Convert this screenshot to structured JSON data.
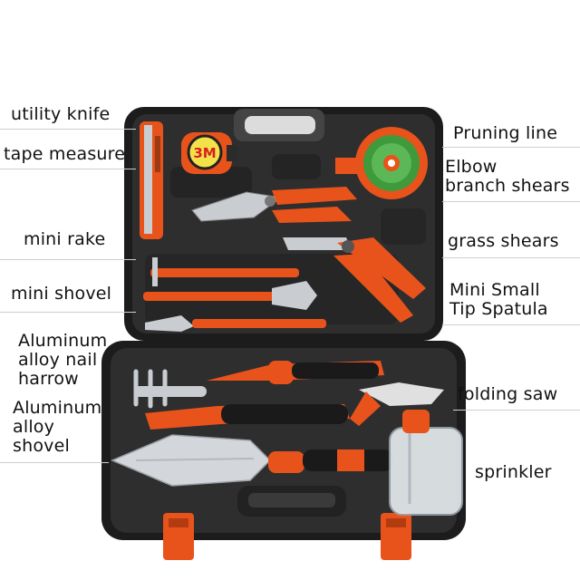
{
  "labels": {
    "left": {
      "utility_knife": "utility knife",
      "tape_measure": "tape measure",
      "mini_rake": "mini rake",
      "mini_shovel": "mini shovel",
      "nail_harrow": [
        "Aluminum",
        "alloy nail",
        "harrow"
      ],
      "alloy_shovel": [
        "Aluminum",
        "alloy",
        "shovel"
      ]
    },
    "right": {
      "pruning_line": "Pruning line",
      "elbow_shears": [
        "Elbow",
        "branch shears"
      ],
      "grass_shears": "grass shears",
      "tip_spatula": [
        "Mini Small",
        "Tip Spatula"
      ],
      "folding_saw": "folding saw",
      "sprinkler": "sprinkler"
    }
  },
  "tape_brand": "3M",
  "colors": {
    "case": "#2a2a2a",
    "case_edge": "#111111",
    "accent_orange": "#e8531c",
    "steel": "#c9cdd1",
    "twine_green": "#3f9a3c"
  }
}
